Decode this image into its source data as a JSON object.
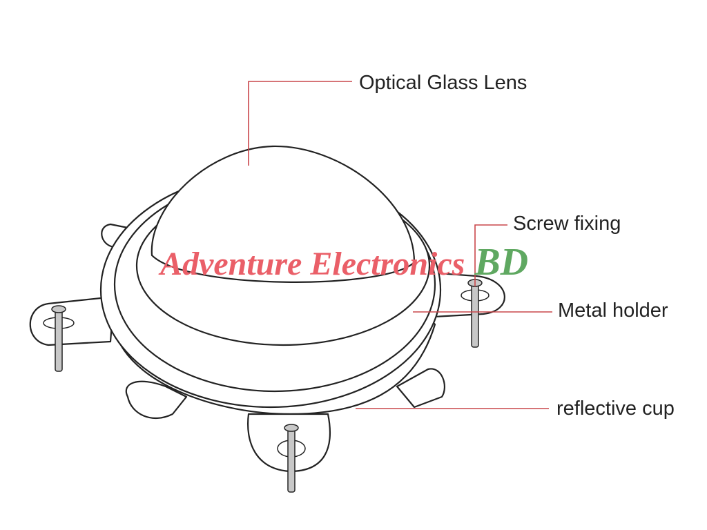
{
  "labels": {
    "lens": "Optical Glass Lens",
    "screw": "Screw fixing",
    "holder": "Metal holder",
    "cup": "reflective cup"
  },
  "watermark": {
    "main": "Adventure Electronics",
    "suffix": "BD"
  },
  "colors": {
    "leader": "#c9464a",
    "watermark": "#ea5f68",
    "watermark_suffix": "#5fa861",
    "outline": "#222222"
  }
}
